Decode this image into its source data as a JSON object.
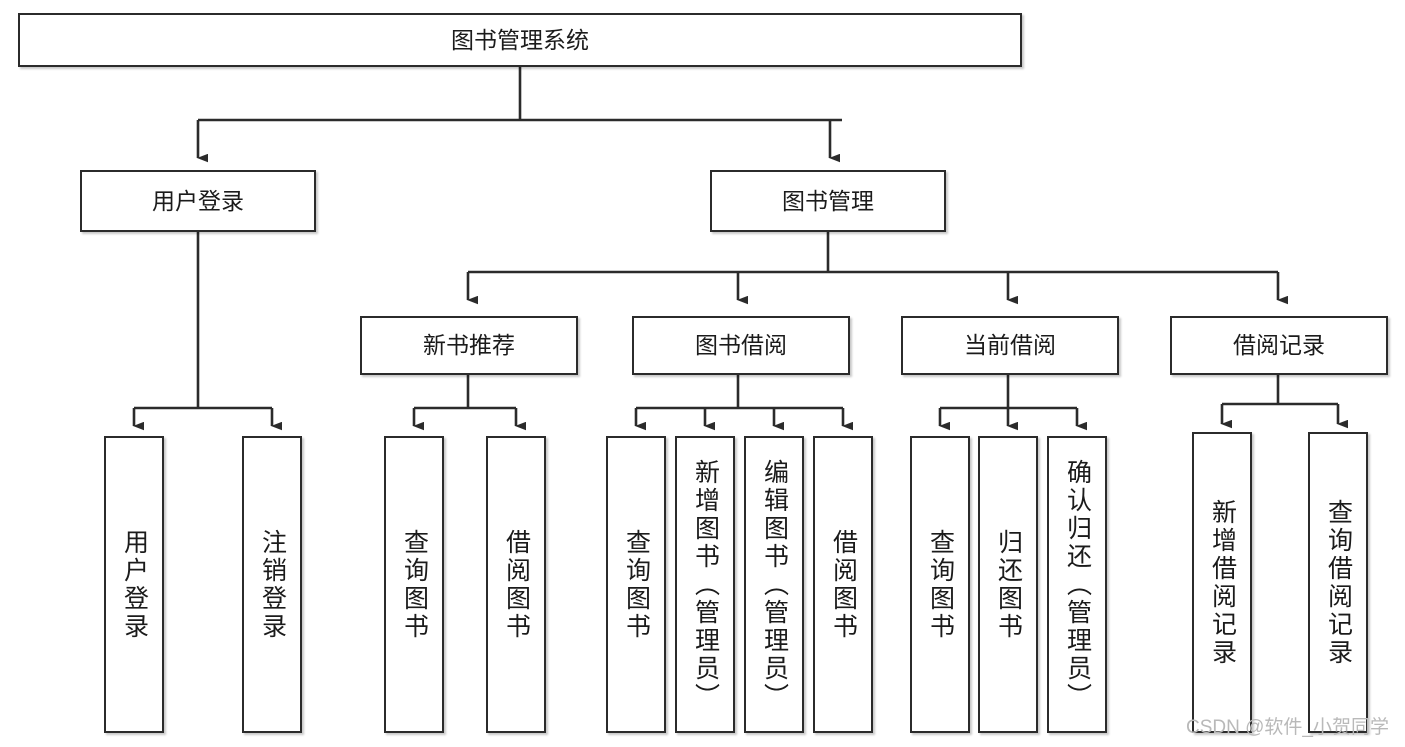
{
  "diagram": {
    "title": "图书管理系统",
    "type": "tree-hierarchy",
    "root": {
      "label": "图书管理系统"
    },
    "level2": [
      {
        "label": "用户登录"
      },
      {
        "label": "图书管理"
      }
    ],
    "level3": [
      {
        "label": "新书推荐"
      },
      {
        "label": "图书借阅"
      },
      {
        "label": "当前借阅"
      },
      {
        "label": "借阅记录"
      }
    ],
    "leaves": {
      "user_login": [
        {
          "label": "用户登录"
        },
        {
          "label": "注销登录"
        }
      ],
      "new_book_recommend": [
        {
          "label": "查询图书"
        },
        {
          "label": "借阅图书"
        }
      ],
      "book_borrow": [
        {
          "label": "查询图书"
        },
        {
          "label": "新增图书（管理员）"
        },
        {
          "label": "编辑图书（管理员）"
        },
        {
          "label": "借阅图书"
        }
      ],
      "current_borrow": [
        {
          "label": "查询图书"
        },
        {
          "label": "归还图书"
        },
        {
          "label": "确认归还（管理员）"
        }
      ],
      "borrow_record": [
        {
          "label": "新增借阅记录"
        },
        {
          "label": "查询借阅记录"
        }
      ]
    }
  },
  "watermark": {
    "text": "CSDN @软件_小贺同学"
  },
  "colors": {
    "box_border": "#2b2b2b",
    "box_fill": "#ffffff",
    "text": "#1b1b1b",
    "connector": "#2b2b2b",
    "watermark": "#b9b9b9",
    "background": "#ffffff"
  }
}
